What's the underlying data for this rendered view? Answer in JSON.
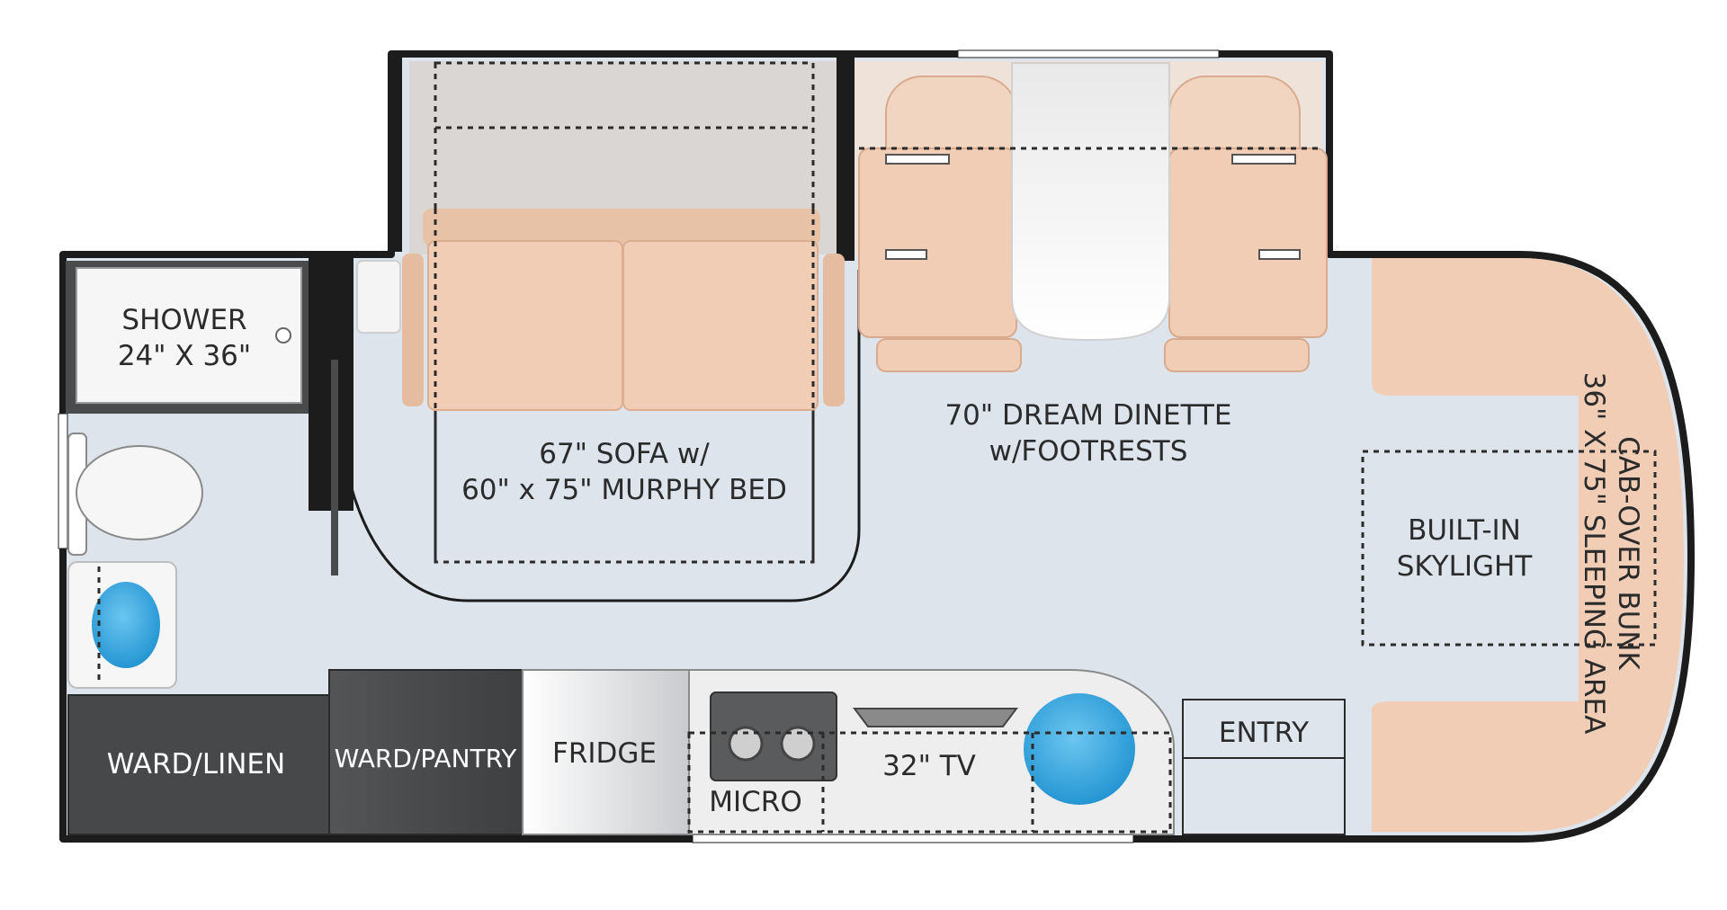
{
  "colors": {
    "floor": "#dee4ec",
    "wall": "#1c1c1c",
    "upholstery": "#f0cdb4",
    "upholstery_shade": "#e3b79c",
    "murphy_bed": "#d9d6d4",
    "cabinet_dark": "#47484a",
    "cabinet_mid": "#5c5d5f",
    "water_blue": "#41aee3",
    "fixture_white": "#f6f6f6"
  },
  "labels": {
    "shower_line1": "SHOWER",
    "shower_line2": "24\" X 36\"",
    "sofa_line1": "67\" SOFA w/",
    "sofa_line2": "60\" x 75\" MURPHY BED",
    "dinette_line1": "70\" DREAM DINETTE",
    "dinette_line2": "w/FOOTRESTS",
    "skylight_line1": "BUILT-IN",
    "skylight_line2": "SKYLIGHT",
    "bunk_line1": "CAB-OVER BUNK",
    "bunk_line2": "36\" X 75\" SLEEPING AREA",
    "ward_linen": "WARD/LINEN",
    "ward_pantry": "WARD/PANTRY",
    "fridge": "FRIDGE",
    "micro": "MICRO",
    "tv": "32\" TV",
    "entry": "ENTRY"
  }
}
